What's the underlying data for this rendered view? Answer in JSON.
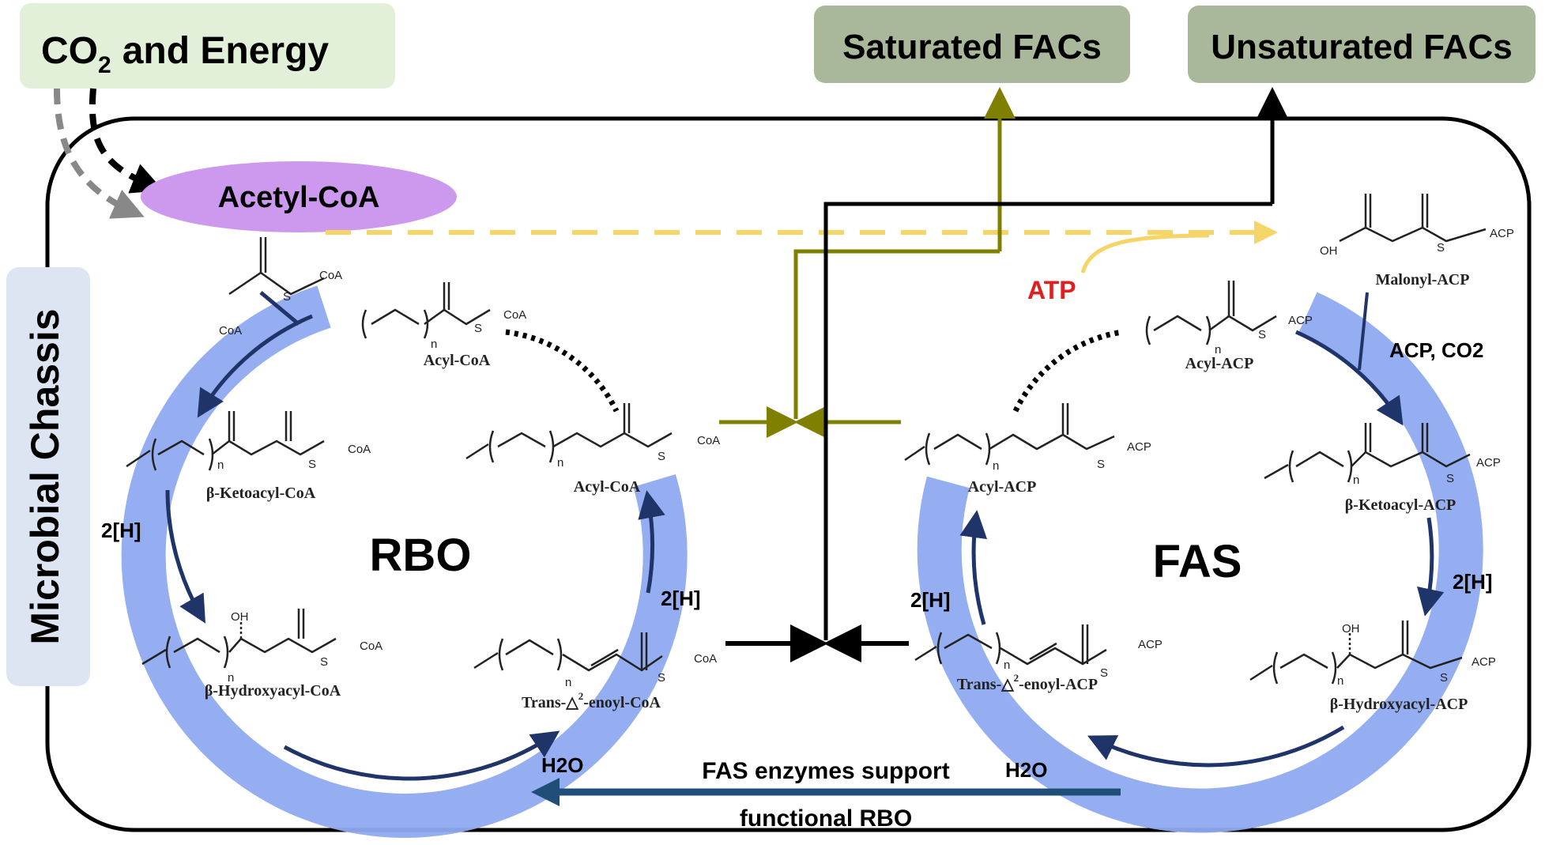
{
  "top_left_box": {
    "prefix": "CO",
    "subscript": "2",
    "suffix": "and  Energy"
  },
  "products": {
    "saturated": "Saturated FACs",
    "unsaturated": "Unsaturated FACs"
  },
  "acetyl_coa": "Acetyl-CoA",
  "chassis_label": "Microbial Chassis",
  "rbo": {
    "title": "RBO",
    "acyl_coa_top": "Acyl-CoA",
    "acyl_coa_right": "Acyl-CoA",
    "ketoacyl": "β-Ketoacyl-CoA",
    "hydroxyacyl": "β-Hydroxyacyl-CoA",
    "enoyl_prefix": "Trans-△",
    "enoyl_sup": "2",
    "enoyl_suffix": "-enoyl-CoA",
    "reductant_left": "2[H]",
    "reductant_right": "2[H]",
    "water": "H2O",
    "coa": "CoA",
    "coa_faded": "CoA",
    "n": "n"
  },
  "fas": {
    "title": "FAS",
    "malonyl": "Malonyl-ACP",
    "acyl_acp_top": "Acyl-ACP",
    "acyl_acp_left": "Acyl-ACP",
    "ketoacyl": "β-Ketoacyl-ACP",
    "hydroxyacyl": "β-Hydroxyacyl-ACP",
    "enoyl_prefix": "Trans-△",
    "enoyl_sup": "2",
    "enoyl_suffix": "-enoyl-ACP",
    "acp_co2": "ACP, CO2",
    "reductant_right": "2[H]",
    "reductant_left": "2[H]",
    "water": "H2O",
    "acp": "ACP",
    "oh": "OH",
    "atp": "ATP",
    "n": "n"
  },
  "support_text": {
    "line1": "FAS enzymes support",
    "line2": "functional RBO"
  },
  "colors": {
    "box_green": "#e2f0d9",
    "product_box": "#a9b79a",
    "acetyl_oval": "#cc99ee",
    "chassis_box": "#dde4f2",
    "cycle_blue": "#8faaf0",
    "arrow_navy": "#1f3468",
    "olive": "#7f7f00",
    "dashed_yellow": "#f5d568",
    "atp_red": "#e02020",
    "support_arrow": "#1f4e79"
  }
}
